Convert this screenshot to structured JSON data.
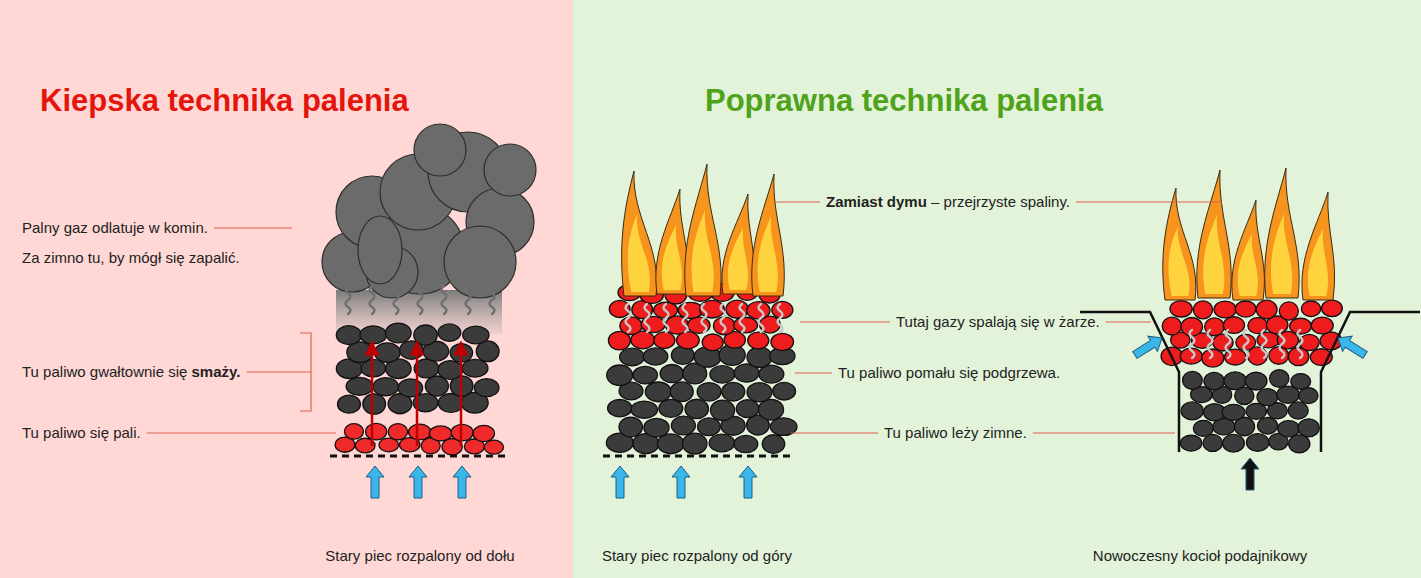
{
  "diagram": {
    "nodes": [
      {
        "text": [
          "Kiepska technika palenia"
        ]
      },
      {
        "text": [
          "Poprawna technika palenia"
        ]
      }
    ],
    "labels": [
      "Palny gaz odlatuje w komin.",
      "Za zimno tu, by mógł się zapalić.",
      "Tu paliwo gwałtownie się smaży.",
      "Tu paliwo się pali.",
      "Stary piec rozpalony od dołu",
      "Zamiast dymu – przejrzyste spaliny.",
      "Tutaj gazy spalają się w żarze.",
      "Tu paliwo pomału się podgrzewa.",
      "Tu paliwo leży zimne.",
      "Stary piec rozpalony od góry",
      "Nowoczesny kocioł podajnikowy"
    ]
  }
}
